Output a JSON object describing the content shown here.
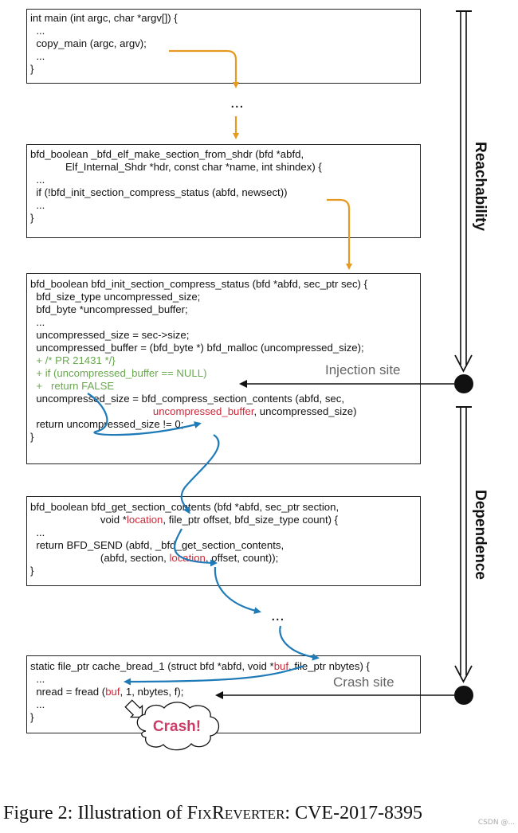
{
  "boxes": [
    {
      "id": "main",
      "lines": [
        [
          {
            "t": "int main (int argc, char *argv[]) {"
          }
        ],
        [
          {
            "t": "  ..."
          }
        ],
        [
          {
            "t": "  copy_main (argc, argv);"
          }
        ],
        [
          {
            "t": "  ..."
          }
        ],
        [
          {
            "t": "}"
          }
        ]
      ]
    },
    {
      "id": "make_section",
      "lines": [
        [
          {
            "t": "bfd_boolean _bfd_elf_make_section_from_shdr (bfd *abfd,"
          }
        ],
        [
          {
            "t": "            Elf_Internal_Shdr *hdr, const char *name, int shindex) {"
          }
        ],
        [
          {
            "t": "  ..."
          }
        ],
        [
          {
            "t": "  if (!bfd_init_section_compress_status (abfd, newsect))"
          }
        ],
        [
          {
            "t": "  ..."
          }
        ],
        [
          {
            "t": "}"
          }
        ]
      ]
    },
    {
      "id": "init_compress",
      "lines": [
        [
          {
            "t": "bfd_boolean bfd_init_section_compress_status (bfd *abfd, sec_ptr sec) {"
          }
        ],
        [
          {
            "t": "  bfd_size_type uncompressed_size;"
          }
        ],
        [
          {
            "t": "  bfd_byte *uncompressed_buffer;"
          }
        ],
        [
          {
            "t": "  ..."
          }
        ],
        [
          {
            "t": "  uncompressed_size = sec->size;"
          }
        ],
        [
          {
            "t": "  uncompressed_buffer = (bfd_byte *) bfd_malloc (uncompressed_size);"
          }
        ],
        [
          {
            "t": "  + /* PR 21431 */}",
            "c": "green"
          }
        ],
        [
          {
            "t": "  + if (uncompressed_buffer == NULL)",
            "c": "green"
          }
        ],
        [
          {
            "t": "  +   return FALSE",
            "c": "green"
          }
        ],
        [
          {
            "t": "  uncompressed_size = bfd_compress_section_contents (abfd, sec,"
          }
        ],
        [
          {
            "t": "                                          "
          },
          {
            "t": "uncompressed_buffer",
            "c": "red"
          },
          {
            "t": ", uncompressed_size)"
          }
        ],
        [
          {
            "t": "  return uncompressed_size != 0;"
          }
        ],
        [
          {
            "t": "}"
          }
        ]
      ]
    },
    {
      "id": "get_contents",
      "lines": [
        [
          {
            "t": "bfd_boolean bfd_get_section_contents (bfd *abfd, sec_ptr section,"
          }
        ],
        [
          {
            "t": "                        void *"
          },
          {
            "t": "location",
            "c": "red"
          },
          {
            "t": ", file_ptr offset, bfd_size_type count) {"
          }
        ],
        [
          {
            "t": "  ..."
          }
        ],
        [
          {
            "t": "  return BFD_SEND (abfd, _bfd_get_section_contents,"
          }
        ],
        [
          {
            "t": "                        (abfd, section, "
          },
          {
            "t": "location",
            "c": "red"
          },
          {
            "t": ", offset, count));"
          }
        ],
        [
          {
            "t": "}"
          }
        ]
      ]
    },
    {
      "id": "cache_bread",
      "lines": [
        [
          {
            "t": "static file_ptr cache_bread_1 (struct bfd *abfd, void *"
          },
          {
            "t": "buf",
            "c": "red"
          },
          {
            "t": ", file_ptr nbytes) {"
          }
        ],
        [
          {
            "t": "  ..."
          }
        ],
        [
          {
            "t": "  nread = fread ("
          },
          {
            "t": "buf",
            "c": "red"
          },
          {
            "t": ", 1, nbytes, f);"
          }
        ],
        [
          {
            "t": "  ..."
          }
        ],
        [
          {
            "t": "}"
          }
        ]
      ]
    }
  ],
  "ellipsis_1": "...",
  "ellipsis_2": "...",
  "labels": {
    "reachability": "Reachability",
    "dependence": "Dependence",
    "injection_site": "Injection site",
    "crash_site": "Crash site",
    "crash": "Crash!"
  },
  "caption": {
    "prefix": "Figure 2: Illustration of ",
    "tool": "FixReverter",
    "suffix": ": CVE-2017-8395"
  },
  "watermark": "CSDN @..."
}
